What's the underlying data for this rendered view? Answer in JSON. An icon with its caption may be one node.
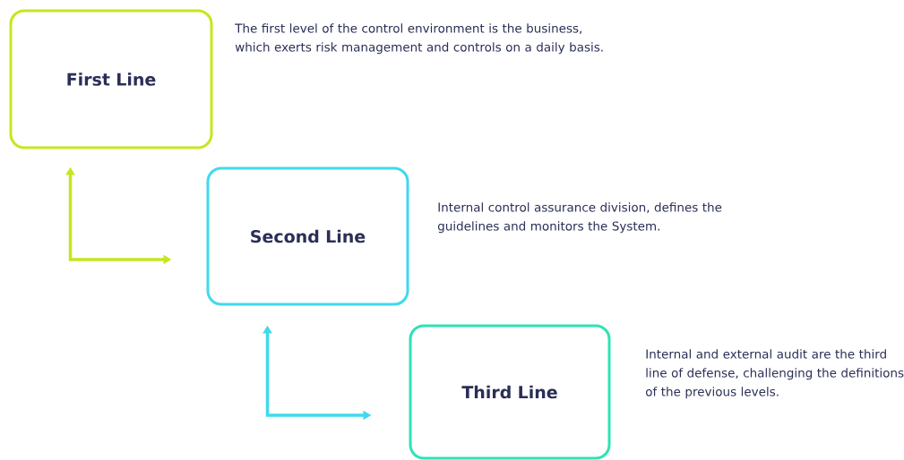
{
  "diagram": {
    "nodes": [
      {
        "text": [
          "First Line"
        ],
        "beside": [
          "The first level of the control environment is the business, which exerts risk management and controls on a daily basis."
        ]
      },
      {
        "text": [
          "Second Line"
        ],
        "beside": [
          "Internal control assurance division, defines the guidelines and monitors the System."
        ]
      },
      {
        "text": [
          "Third Line"
        ],
        "beside": [
          "Internal and external audit are the third line of defense, challenging the definitions of the previous levels."
        ]
      }
    ],
    "edges": [
      {
        "from": 0,
        "to": 1,
        "arrow": "both",
        "color": "#c6e61f"
      },
      {
        "from": 1,
        "to": 2,
        "arrow": "both",
        "color": "#3fd9ee"
      }
    ]
  }
}
